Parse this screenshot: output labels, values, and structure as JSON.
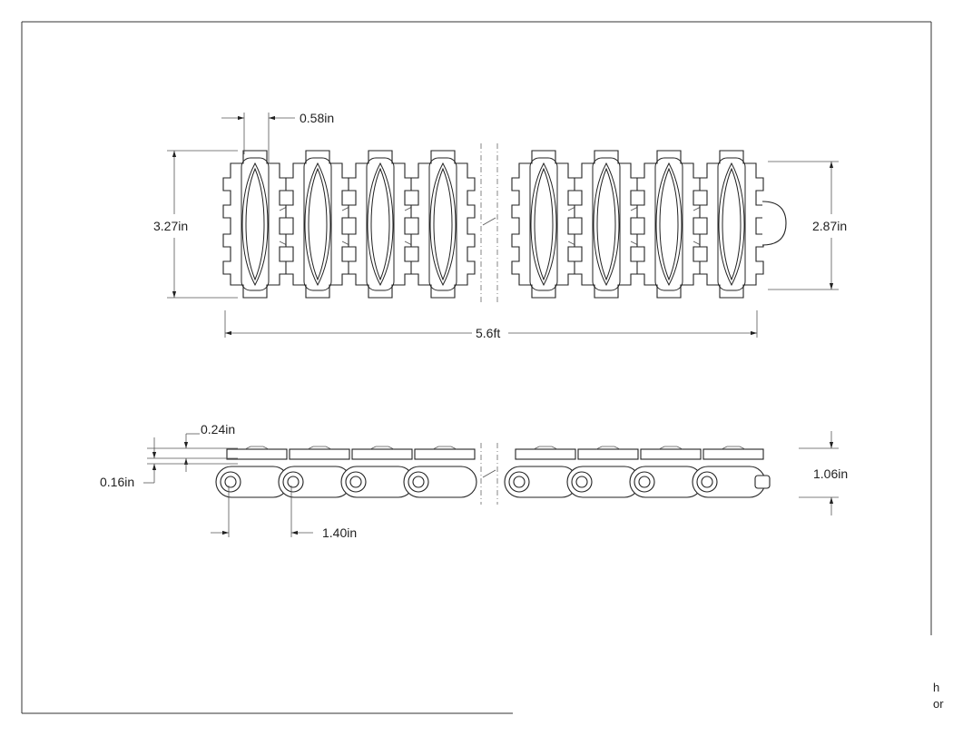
{
  "dimensions": {
    "pitch_tab": "0.58in",
    "overall_width": "3.27in",
    "inner_width": "2.87in",
    "overall_length": "5.6ft",
    "top_thickness": "0.24in",
    "lip": "0.16in",
    "height": "1.06in",
    "pitch": "1.40in"
  },
  "edge_text": {
    "line1": "h",
    "line2": "or"
  },
  "colors": {
    "line": "#222222",
    "paper": "#ffffff"
  }
}
